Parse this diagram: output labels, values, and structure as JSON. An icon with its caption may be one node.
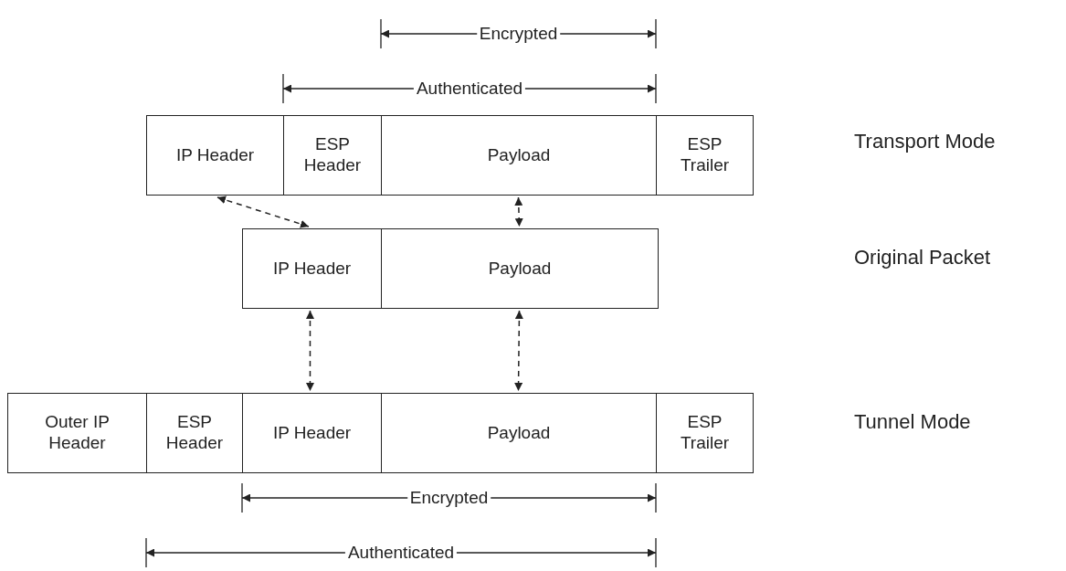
{
  "diagram": {
    "nodes": [
      {
        "text": [
          "IP Header"
        ]
      },
      {
        "text": [
          "ESP Header"
        ]
      },
      {
        "text": [
          "Payload"
        ]
      },
      {
        "text": [
          "ESP Trailer"
        ]
      },
      {
        "text": [
          "IP Header"
        ]
      },
      {
        "text": [
          "Payload"
        ]
      },
      {
        "text": [
          "Outer IP Header"
        ]
      },
      {
        "text": [
          "ESP Header"
        ]
      },
      {
        "text": [
          "IP Header"
        ]
      },
      {
        "text": [
          "Payload"
        ]
      },
      {
        "text": [
          "ESP Trailer"
        ]
      }
    ],
    "edges": [
      {
        "from": 0,
        "to": 4,
        "arrow": "both",
        "style": "dashed"
      },
      {
        "from": 2,
        "to": 5,
        "arrow": "both",
        "style": "dashed"
      },
      {
        "from": 4,
        "to": 8,
        "arrow": "both",
        "style": "dashed"
      },
      {
        "from": 5,
        "to": 9,
        "arrow": "both",
        "style": "dashed"
      }
    ],
    "labels": [
      "Encrypted",
      "Authenticated",
      "Transport Mode",
      "Original Packet",
      "Tunnel Mode",
      "Encrypted",
      "Authenticated"
    ]
  }
}
